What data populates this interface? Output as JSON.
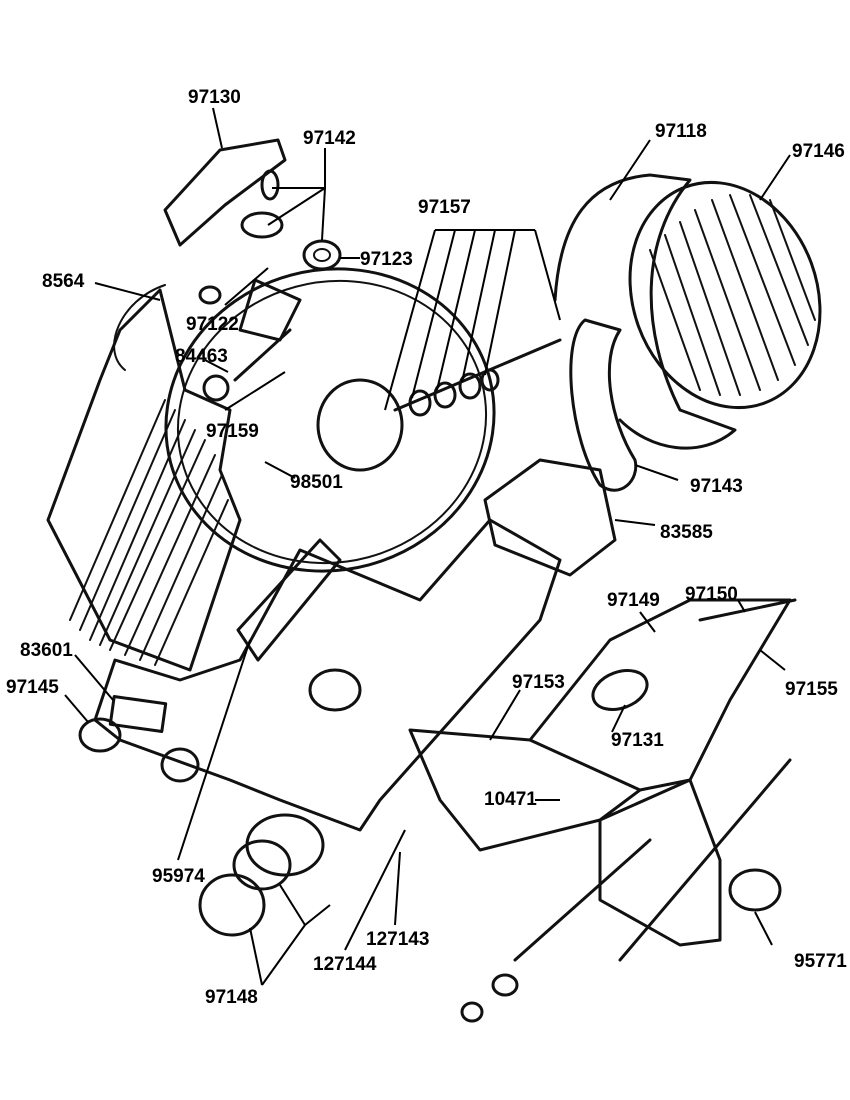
{
  "diagram": {
    "part_numbers": [
      {
        "id": "97130",
        "text": "97130"
      },
      {
        "id": "97142",
        "text": "97142"
      },
      {
        "id": "97118",
        "text": "97118"
      },
      {
        "id": "97146",
        "text": "97146"
      },
      {
        "id": "97157",
        "text": "97157"
      },
      {
        "id": "97123",
        "text": "97123"
      },
      {
        "id": "8564",
        "text": "8564"
      },
      {
        "id": "97122",
        "text": "97122"
      },
      {
        "id": "84463",
        "text": "84463"
      },
      {
        "id": "97159",
        "text": "97159"
      },
      {
        "id": "98501",
        "text": "98501"
      },
      {
        "id": "97143",
        "text": "97143"
      },
      {
        "id": "83585",
        "text": "83585"
      },
      {
        "id": "97150",
        "text": "97150"
      },
      {
        "id": "97149",
        "text": "97149"
      },
      {
        "id": "83601",
        "text": "83601"
      },
      {
        "id": "97155",
        "text": "97155"
      },
      {
        "id": "97145",
        "text": "97145"
      },
      {
        "id": "97153",
        "text": "97153"
      },
      {
        "id": "97131",
        "text": "97131"
      },
      {
        "id": "10471",
        "text": "10471"
      },
      {
        "id": "95974",
        "text": "95974"
      },
      {
        "id": "127143",
        "text": "127143"
      },
      {
        "id": "95771",
        "text": "95771"
      },
      {
        "id": "127144",
        "text": "127144"
      },
      {
        "id": "97148",
        "text": "97148"
      }
    ]
  }
}
